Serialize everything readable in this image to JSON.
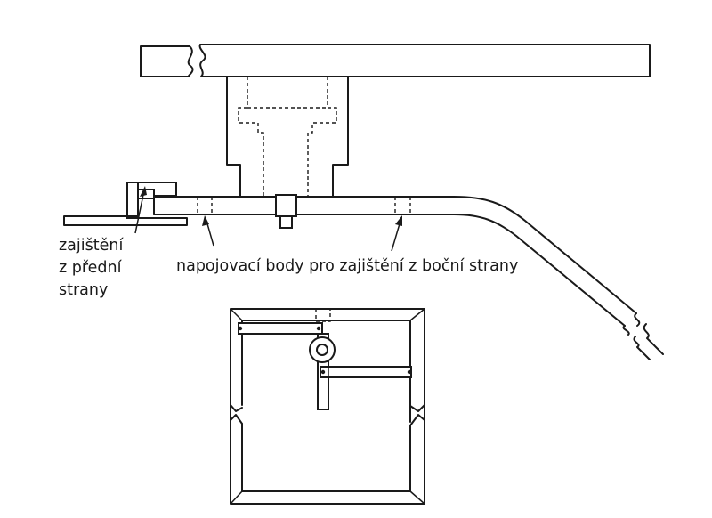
{
  "labels": {
    "front_lock_line1": "zajištění",
    "front_lock_line2": "z přední",
    "front_lock_line3": "strany",
    "side_connection_points": "napojovací body pro zajištění z boční strany"
  },
  "colors": {
    "line": "#1a1a1a",
    "background": "#ffffff"
  }
}
